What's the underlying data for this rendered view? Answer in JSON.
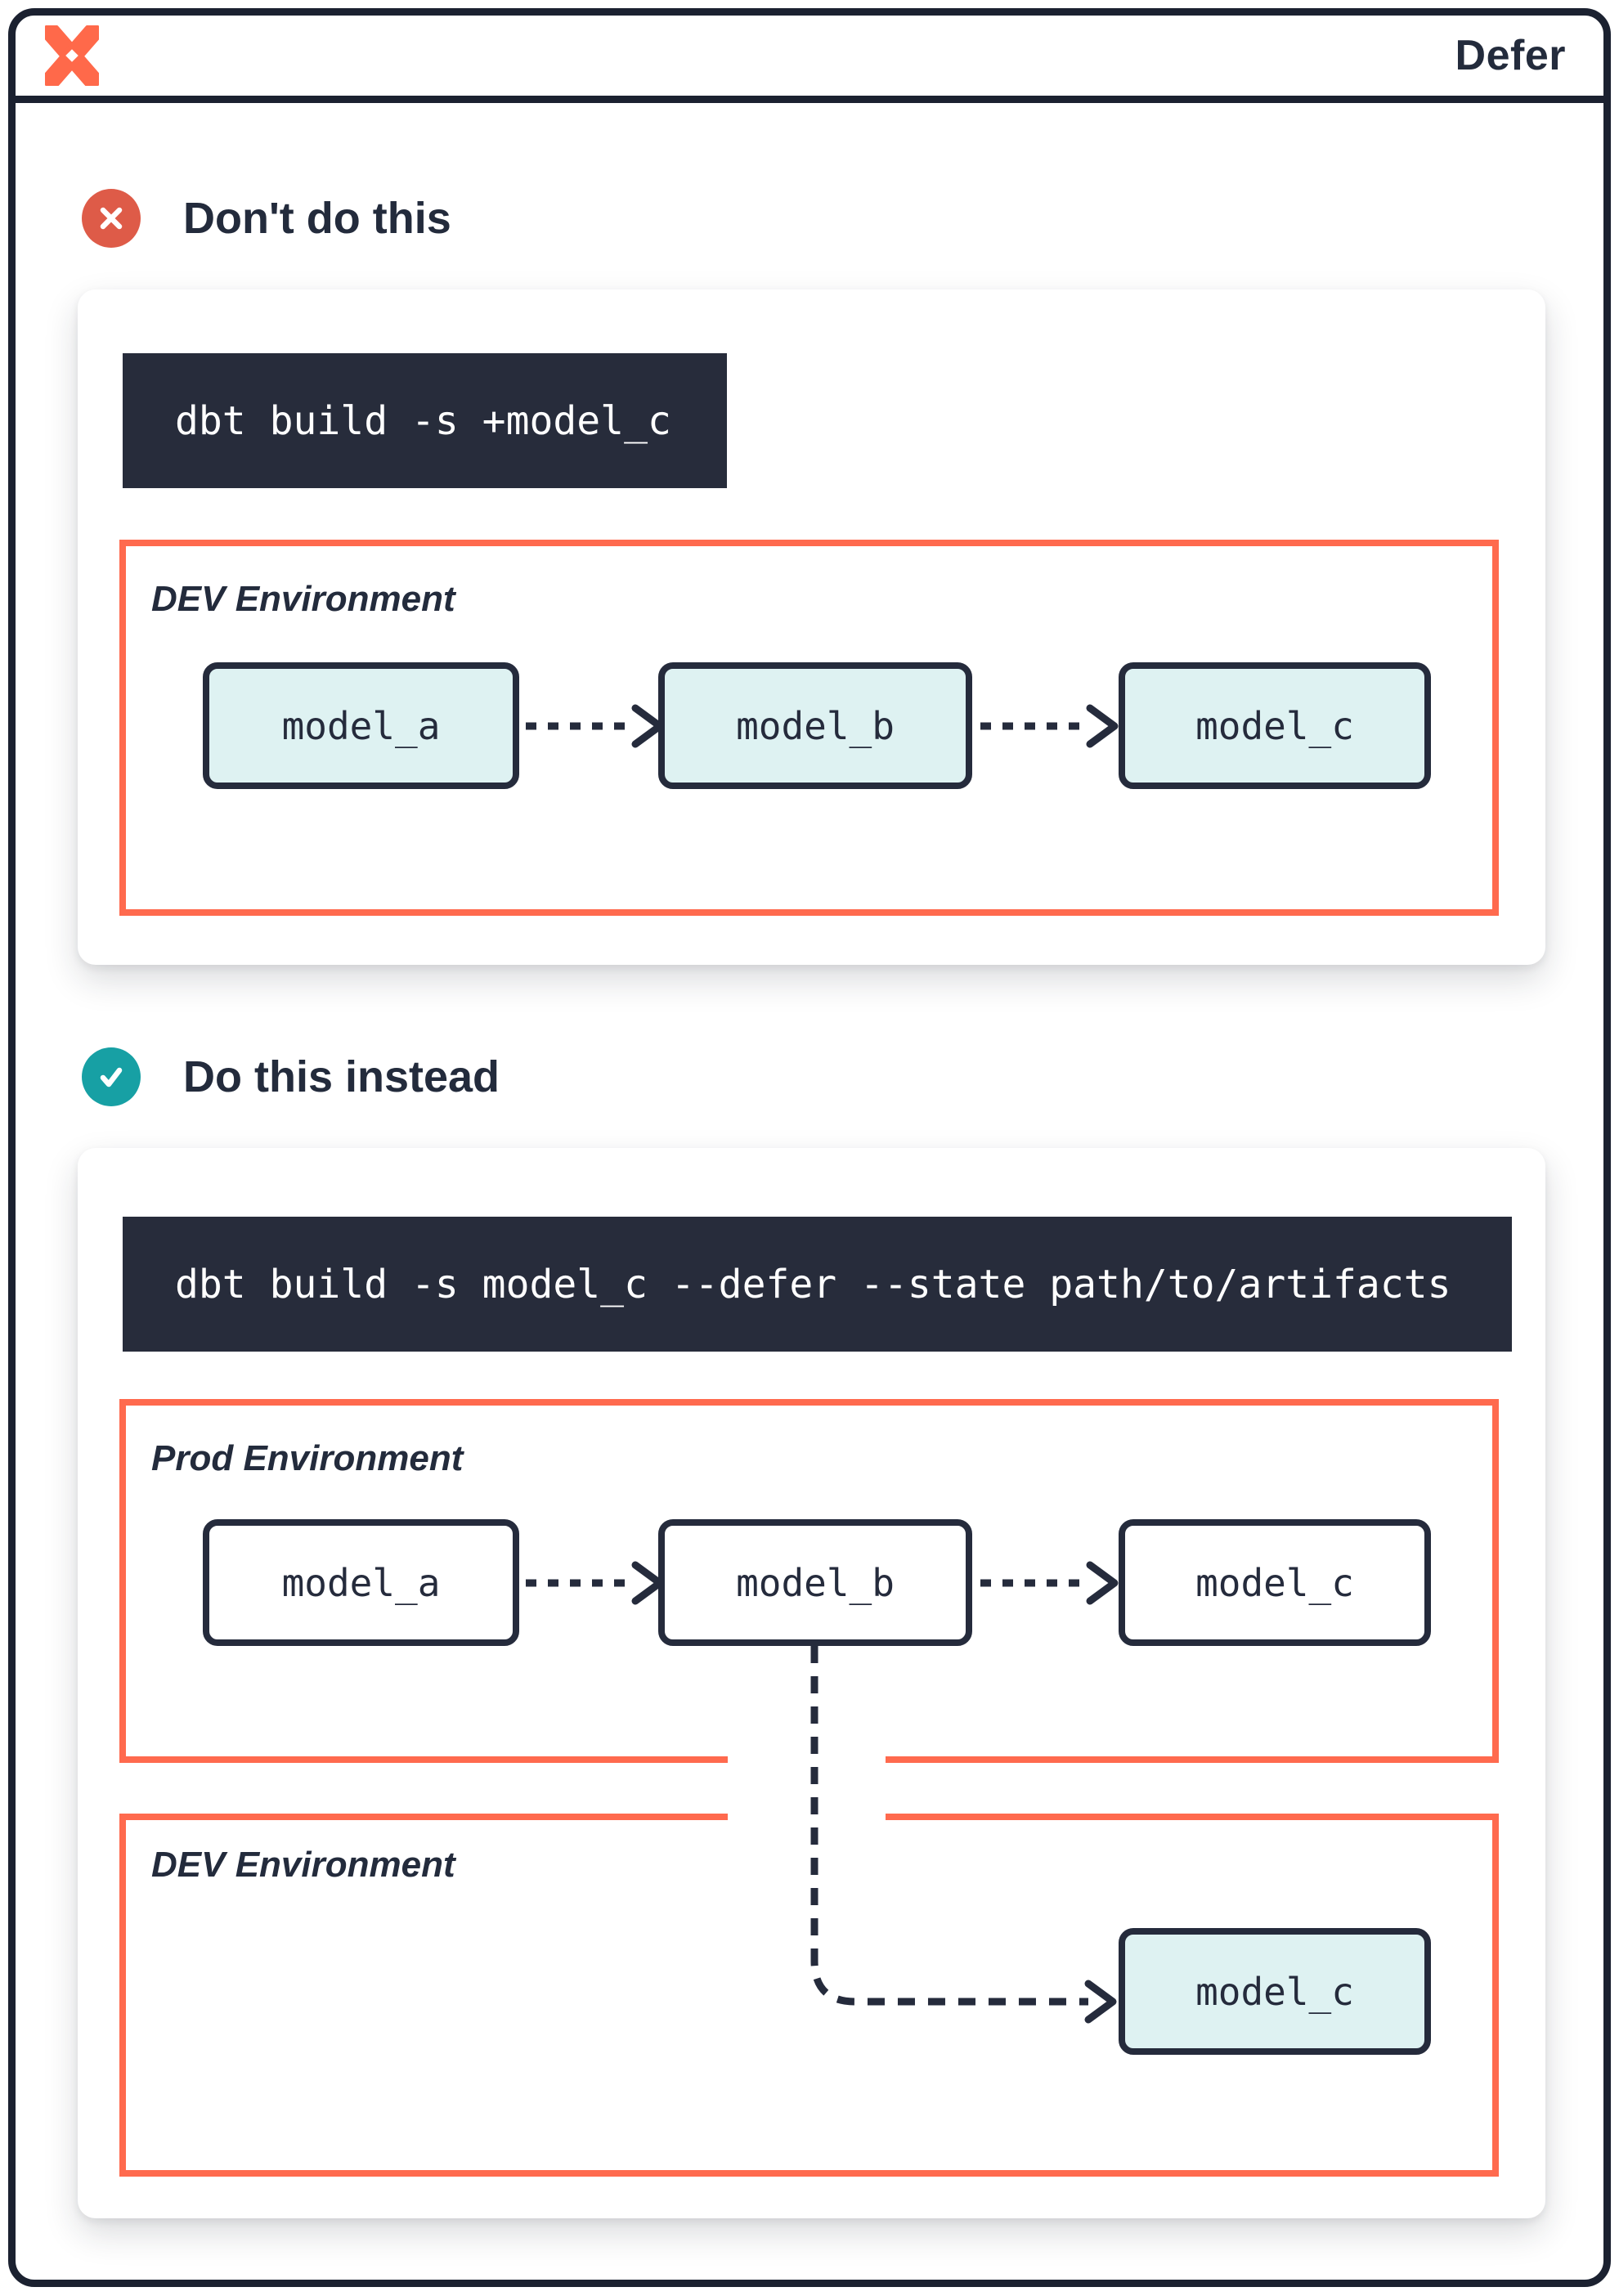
{
  "header": {
    "title": "Defer",
    "logo": "dbt-logo"
  },
  "colors": {
    "navy": "#252B3C",
    "frame": "#1B2130",
    "code_bg": "#272C3B",
    "orange": "#FF6A4E",
    "logo_orange": "#FF694A",
    "red_badge": "#DE5B48",
    "teal_badge": "#17A0A4",
    "teal_fill": "#DEF2F2",
    "card_bg": "#FFFFFF",
    "heading_text": "#232B3C"
  },
  "sections": [
    {
      "badge_icon": "x-circle-icon",
      "heading": "Don't do this",
      "command": "dbt build -s +model_c",
      "environments": [
        {
          "label": "DEV Environment",
          "models": [
            "model_a",
            "model_b",
            "model_c"
          ]
        }
      ]
    },
    {
      "badge_icon": "check-circle-icon",
      "heading": "Do this instead",
      "command": "dbt build -s model_c --defer --state path/to/artifacts",
      "environments": [
        {
          "label": "Prod Environment",
          "models": [
            "model_a",
            "model_b",
            "model_c"
          ]
        },
        {
          "label": "DEV Environment",
          "models": [
            "model_c"
          ]
        }
      ]
    }
  ]
}
